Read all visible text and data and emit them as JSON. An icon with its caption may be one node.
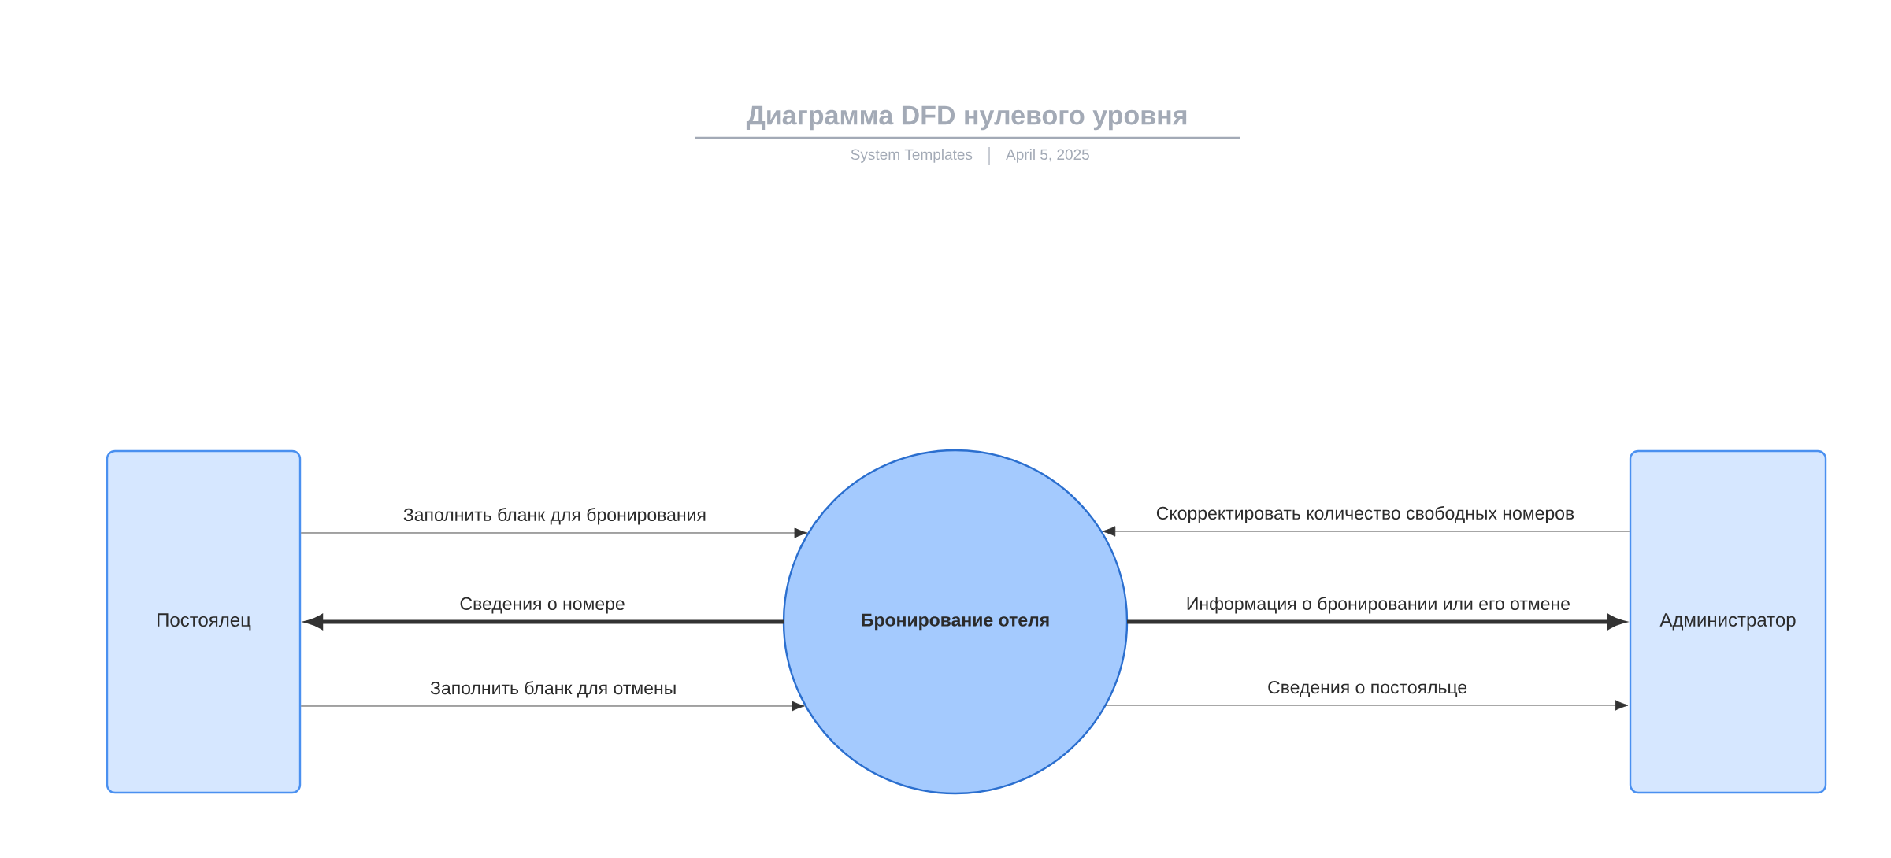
{
  "diagram": {
    "title": "Диаграмма DFD нулевого уровня",
    "nodes": [
      {
        "text": [
          "Постоялец"
        ]
      },
      {
        "text": [
          "Бронирование отеля"
        ]
      },
      {
        "text": [
          "Администратор"
        ]
      }
    ],
    "edges": [
      {
        "from": 0,
        "to": 1,
        "arrow": "to",
        "label": "Заполнить бланк для бронирования"
      },
      {
        "from": 1,
        "to": 0,
        "arrow": "to",
        "label": "Сведения о номере",
        "style": "thick"
      },
      {
        "from": 0,
        "to": 1,
        "arrow": "to",
        "label": "Заполнить бланк для отмены"
      },
      {
        "from": 2,
        "to": 1,
        "arrow": "to",
        "label": "Скорректировать количество свободных номеров"
      },
      {
        "from": 1,
        "to": 2,
        "arrow": "to",
        "label": "Информация о бронировании или его отмене",
        "style": "thick"
      },
      {
        "from": 1,
        "to": 2,
        "arrow": "to",
        "label": "Сведения о постояльце"
      }
    ],
    "labels": [
      "System Templates",
      "April 5, 2025"
    ]
  }
}
